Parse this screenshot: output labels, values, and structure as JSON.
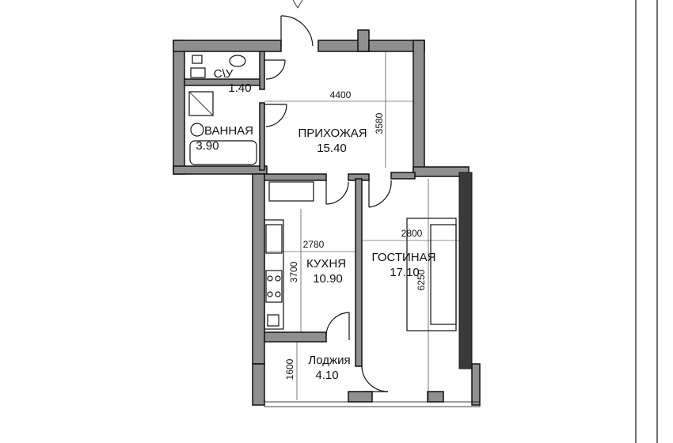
{
  "rooms": {
    "bathroom_wc": {
      "name": "С\\У",
      "area": "1.40"
    },
    "bathroom": {
      "name": "ВАННАЯ",
      "area": "3.90"
    },
    "hall": {
      "name": "ПРИХОЖАЯ",
      "area": "15.40"
    },
    "kitchen": {
      "name": "КУХНЯ",
      "area": "10.90"
    },
    "living": {
      "name": "ГОСТИНАЯ",
      "area": "17.10"
    },
    "loggia": {
      "name": "Лоджия",
      "area": "4.10"
    }
  },
  "dimensions": {
    "hall_width": "4400",
    "hall_depth": "3580",
    "kitchen_width": "2780",
    "kitchen_depth": "3700",
    "living_width": "2800",
    "living_depth": "6250",
    "loggia_depth": "1600"
  },
  "colors": {
    "wall_fill": "#8f8f8f",
    "wall_dark": "#3a3a3a",
    "line": "#111111"
  }
}
